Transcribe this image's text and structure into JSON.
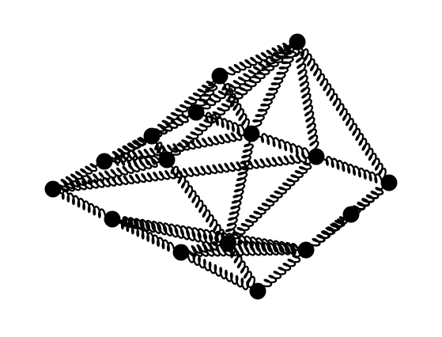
{
  "diagram": {
    "type": "mass-spring network",
    "colors": {
      "background": "#ffffff",
      "spring": "#000000",
      "mass": "#000000"
    },
    "masses": [
      "m1",
      "m2",
      "m3",
      "m4",
      "m5",
      "m6",
      "m7",
      "m8",
      "m9",
      "m10",
      "m11",
      "m12",
      "m13",
      "m14",
      "m15",
      "m16",
      "m17"
    ],
    "springs": [
      [
        "m1",
        "m2"
      ],
      [
        "m1",
        "m3"
      ],
      [
        "m1",
        "m5"
      ],
      [
        "m1",
        "m7"
      ],
      [
        "m1",
        "m8"
      ],
      [
        "m1",
        "m10"
      ],
      [
        "m2",
        "m3"
      ],
      [
        "m2",
        "m4"
      ],
      [
        "m2",
        "m5"
      ],
      [
        "m3",
        "m4"
      ],
      [
        "m3",
        "m5"
      ],
      [
        "m3",
        "m6"
      ],
      [
        "m4",
        "m6"
      ],
      [
        "m4",
        "m7"
      ],
      [
        "m5",
        "m6"
      ],
      [
        "m5",
        "m8"
      ],
      [
        "m5",
        "m11"
      ],
      [
        "m6",
        "m7"
      ],
      [
        "m6",
        "m9"
      ],
      [
        "m7",
        "m9"
      ],
      [
        "m7",
        "m11"
      ],
      [
        "m8",
        "m9"
      ],
      [
        "m8",
        "m10"
      ],
      [
        "m8",
        "m11"
      ],
      [
        "m9",
        "m12"
      ],
      [
        "m10",
        "m13"
      ],
      [
        "m10",
        "m14"
      ],
      [
        "m11",
        "m12"
      ],
      [
        "m11",
        "m14"
      ],
      [
        "m11",
        "m15"
      ],
      [
        "m11",
        "m16"
      ],
      [
        "m12",
        "m14"
      ],
      [
        "m12",
        "m17"
      ],
      [
        "m13",
        "m14"
      ],
      [
        "m14",
        "m15"
      ],
      [
        "m14",
        "m16"
      ],
      [
        "m15",
        "m16"
      ],
      [
        "m16",
        "m17"
      ]
    ]
  }
}
